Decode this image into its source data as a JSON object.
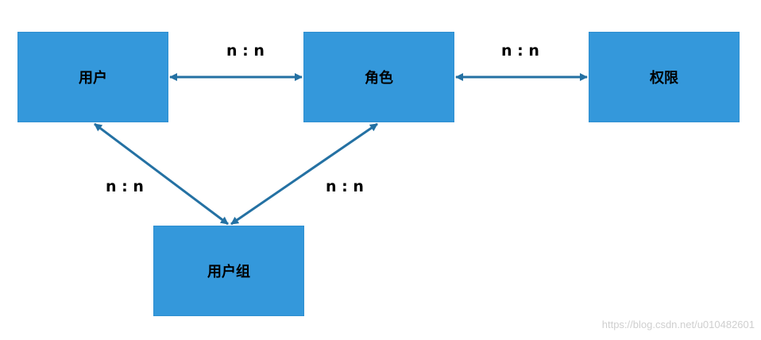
{
  "nodes": {
    "user": "用户",
    "role": "角色",
    "permission": "权限",
    "user_group": "用户组"
  },
  "relations": {
    "user_role": "n : n",
    "role_permission": "n : n",
    "user_usergroup": "n : n",
    "role_usergroup": "n : n"
  },
  "watermark": "https://blog.csdn.net/u010482601",
  "colors": {
    "node_fill": "#3498db",
    "arrow": "#2471a3",
    "text": "#000000"
  }
}
